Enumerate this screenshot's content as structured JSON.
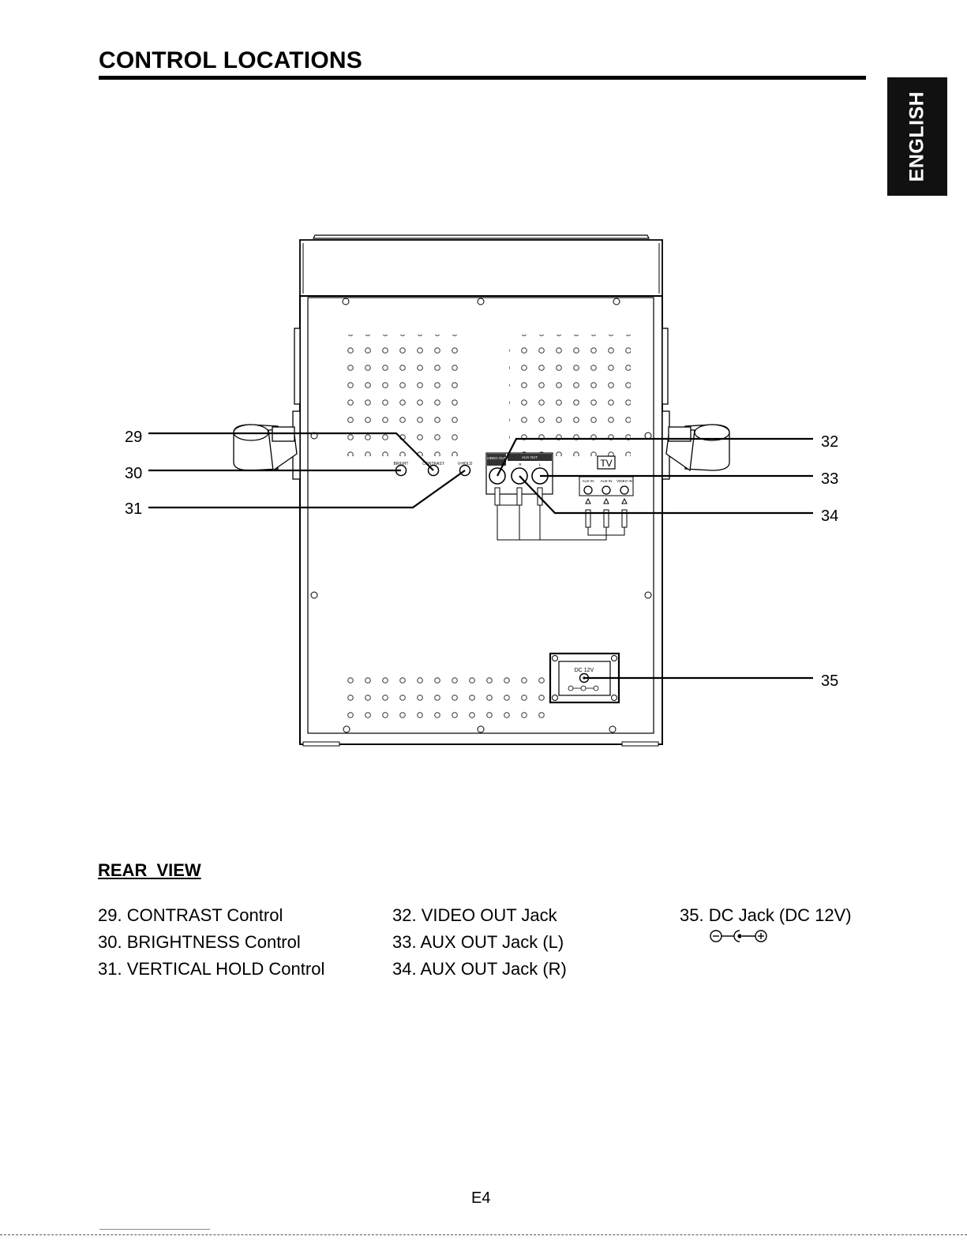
{
  "header": {
    "title": "CONTROL LOCATIONS",
    "language_tab": "ENGLISH"
  },
  "diagram": {
    "callouts": [
      "29",
      "30",
      "31",
      "32",
      "33",
      "34",
      "35"
    ],
    "panel_labels": {
      "bright": "BRIGHT",
      "contrast": "CONTRAST",
      "vhold": "V-HOLD",
      "video_out": "VIDEO OUT",
      "aux_out": "AUX OUT",
      "aux_out_r": "R",
      "aux_out_l": "L",
      "tv": "TV",
      "aux_in_1": "AUX IN",
      "aux_in_2": "AUX IN",
      "video_in": "VIDEO IN",
      "dc": "DC 12V"
    }
  },
  "section": {
    "heading": "REAR VIEW"
  },
  "legend": {
    "col1": [
      "29. CONTRAST Control",
      "30. BRIGHTNESS Control",
      "31. VERTICAL HOLD Control"
    ],
    "col2": [
      "32. VIDEO OUT Jack",
      "33. AUX OUT Jack (L)",
      "34. AUX OUT Jack (R)"
    ],
    "col3": [
      "35. DC Jack (DC 12V)"
    ]
  },
  "footer": {
    "page_number": "E4"
  }
}
